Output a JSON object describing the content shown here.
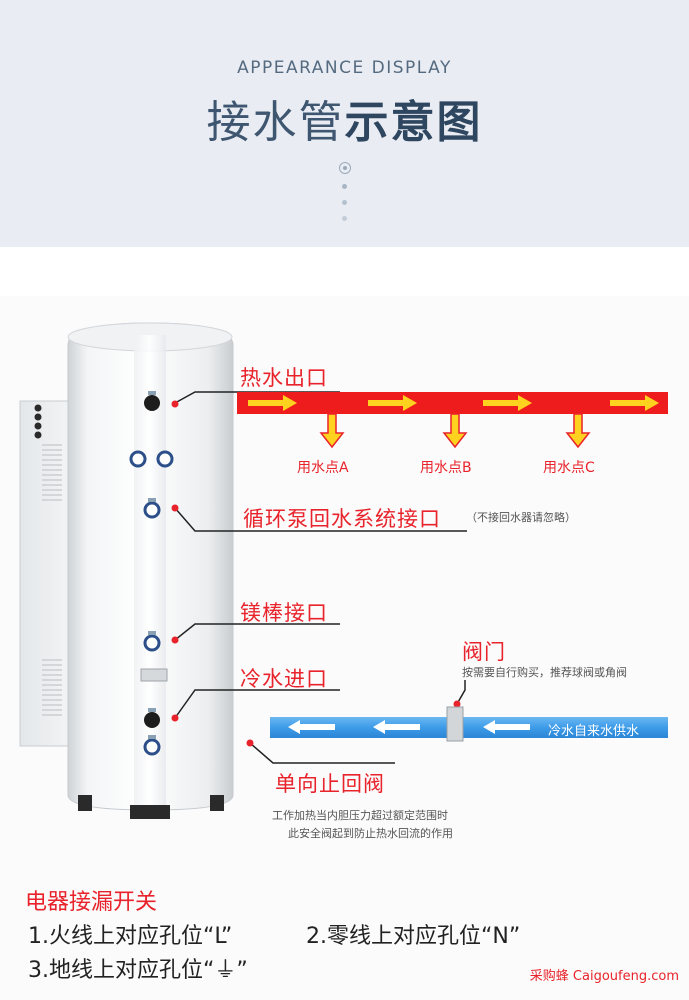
{
  "header": {
    "subtitle_en": "APPEARANCE DISPLAY",
    "title_part1": "接水管",
    "title_part2": "示意图"
  },
  "diagram": {
    "hot_outlet": "热水出口",
    "use_points": [
      "用水点A",
      "用水点B",
      "用水点C"
    ],
    "circulation_port": "循环泵回水系统接口",
    "circulation_note": "（不接回水器请忽略）",
    "anode_port": "镁棒接口",
    "cold_inlet": "冷水进口",
    "valve": "阀门",
    "valve_note": "按需要自行购买，推荐球阀或角阀",
    "cold_supply": "冷水自来水供水",
    "check_valve": "单向止回阀",
    "check_valve_note_1": "工作加热当内胆压力超过额定范围时",
    "check_valve_note_2": "此安全阀起到防止热水回流的作用",
    "colors": {
      "hot_pipe": "#ee1c1c",
      "cold_pipe": "#3d9be8",
      "arrow": "#ffd21f",
      "label_red": "#e8232b"
    }
  },
  "wiring": {
    "title": "电器接漏开关",
    "line1_a": "1.火线上对应孔位“L”",
    "line1_b": "2.零线上对应孔位“N”",
    "line2": "3.地线上对应孔位“⏚”"
  },
  "footer": {
    "watermark": "采购蜂 Caigoufeng.com"
  }
}
